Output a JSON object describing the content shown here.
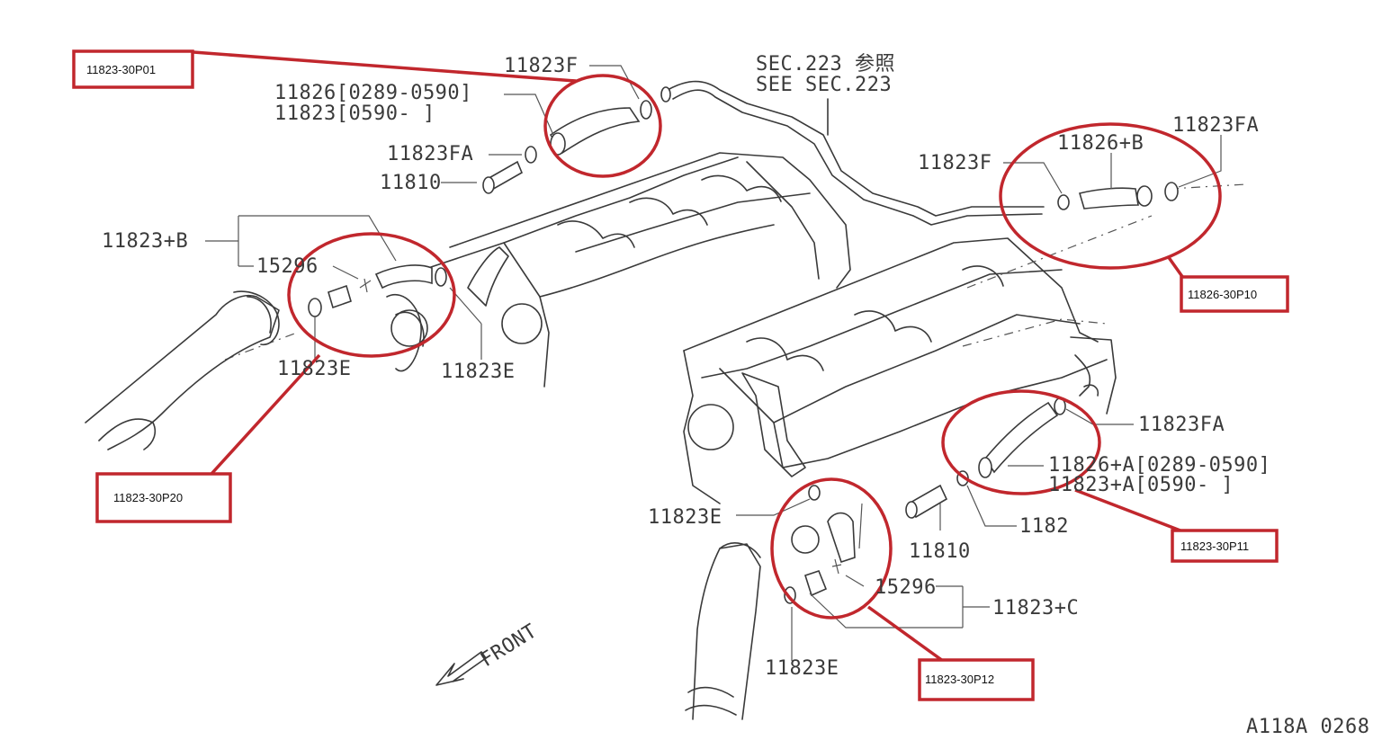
{
  "diagram": {
    "part_labels": [
      {
        "id": "11823f-top",
        "text": "11823F"
      },
      {
        "id": "11826-top",
        "text": "11826[0289-0590]"
      },
      {
        "id": "11823-top",
        "text": "11823[0590-     ]"
      },
      {
        "id": "11823fa-top",
        "text": "11823FA"
      },
      {
        "id": "11810-top",
        "text": "11810"
      },
      {
        "id": "sec223-jp",
        "text": "SEC.223 参照"
      },
      {
        "id": "sec223-en",
        "text": "SEE SEC.223"
      },
      {
        "id": "11823f-right",
        "text": "11823F"
      },
      {
        "id": "11826b",
        "text": "11826+B"
      },
      {
        "id": "11823fa-right",
        "text": "11823FA"
      },
      {
        "id": "11823b",
        "text": "11823+B"
      },
      {
        "id": "15296-left",
        "text": "15296"
      },
      {
        "id": "11823e-left",
        "text": "11823E"
      },
      {
        "id": "11823e-mid",
        "text": "11823E"
      },
      {
        "id": "11823fa-lower",
        "text": "11823FA"
      },
      {
        "id": "11826a",
        "text": "11826+A[0289-0590]"
      },
      {
        "id": "11823a",
        "text": "11823+A[0590-     ]"
      },
      {
        "id": "1182-lower",
        "text": "1182"
      },
      {
        "id": "11810-lower",
        "text": "11810"
      },
      {
        "id": "11823e-lower-left",
        "text": "11823E"
      },
      {
        "id": "15296-lower",
        "text": "15296"
      },
      {
        "id": "11823c",
        "text": "11823+C"
      },
      {
        "id": "11823e-bottom",
        "text": "11823E"
      },
      {
        "id": "front",
        "text": "FRONT"
      },
      {
        "id": "ref",
        "text": "A118A 0268"
      }
    ],
    "callouts": [
      {
        "id": "30p01",
        "text": "11823-30P01"
      },
      {
        "id": "30p10",
        "text": "11826-30P10"
      },
      {
        "id": "30p20",
        "text": "11823-30P20"
      },
      {
        "id": "30p11",
        "text": "11823-30P11"
      },
      {
        "id": "30p12",
        "text": "11823-30P12"
      }
    ],
    "colors": {
      "callout": "#c1272d",
      "ink": "#3a3a3a"
    }
  }
}
